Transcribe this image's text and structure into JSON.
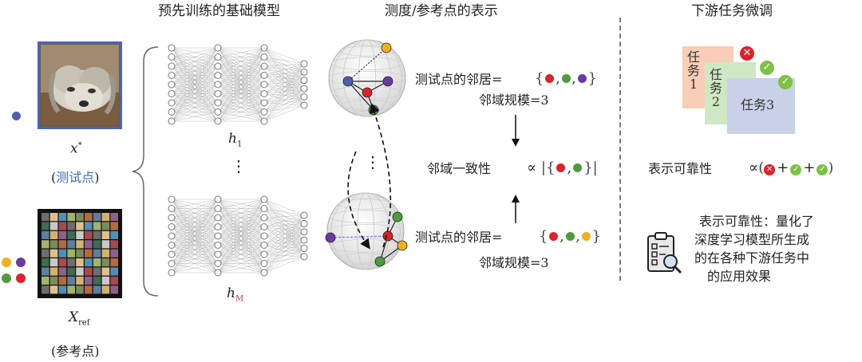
{
  "headings": {
    "pretrained": "预先训练的基础模型",
    "representation": "测度/参考点的表示",
    "finetune": "下游任务微调"
  },
  "test_point": {
    "symbol": "x",
    "sup": "*",
    "caption": "测试点"
  },
  "reference_points": {
    "symbol": "X",
    "sub": "ref",
    "caption": "参考点"
  },
  "models": [
    {
      "symbol": "h",
      "sub": "1"
    },
    {
      "symbol": "h",
      "sub": "M"
    }
  ],
  "ellipsis": "⋮",
  "neighbors": [
    {
      "label": "测试点的邻居=",
      "scale": "邻域规模=3"
    },
    {
      "label": "测试点的邻居=",
      "scale": "邻域规模=3"
    }
  ],
  "consistency": {
    "label": "邻域一致性",
    "formula_prefix": "∝"
  },
  "tasks": [
    {
      "label": "任务1",
      "status": "cross"
    },
    {
      "label": "任务2",
      "status": "check"
    },
    {
      "label": "任务3",
      "status": "check"
    }
  ],
  "reliability": {
    "label": "表示可靠性",
    "formula_prefix": "∝"
  },
  "description": [
    "表示可靠性：量化了",
    "深度学习模型所生成",
    "的在各种下游任务中",
    "的应用效果"
  ],
  "colors": {
    "red": "#e0202a",
    "green": "#4e9c3c",
    "purple": "#6a3aa3",
    "orange": "#f2b01e",
    "blue": "#4b5fb3",
    "task1": "#f9cdb6",
    "task2": "#cfe8c4",
    "task3": "#c9d1e8",
    "caption_blue": "#3e6fb3",
    "sub_red": "#c0392b"
  },
  "icons": [
    "dog-photo",
    "image-grid",
    "neural-network",
    "sphere",
    "clipboard-magnifier-icon",
    "cross-icon",
    "check-icon"
  ]
}
